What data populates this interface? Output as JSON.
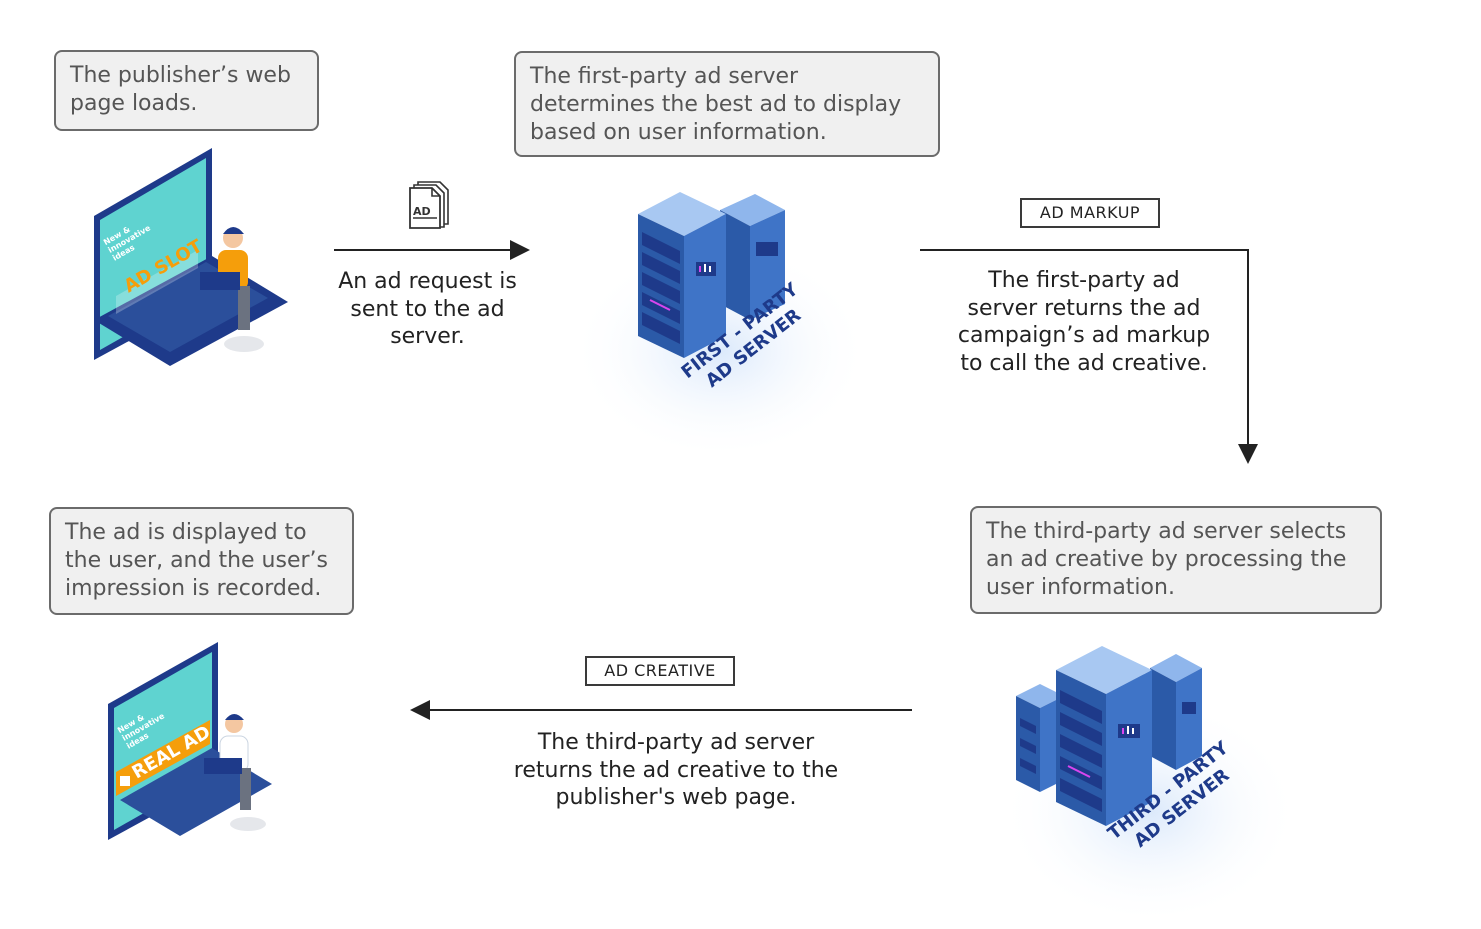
{
  "steps": {
    "page_loads": "The publisher’s web page loads.",
    "first_party_decides": "The first-party ad server determines the best ad to display based on user information.",
    "ad_request": "An ad request is sent to the ad server.",
    "returns_markup": "The first-party ad server returns the ad campaign’s ad markup to call the ad creative.",
    "third_party_selects": "The third-party ad server selects an ad creative by processing the user information.",
    "returns_creative": "The third-party ad server returns the ad creative to the publisher's web page.",
    "ad_displayed": "The ad is displayed to the user, and the user’s impression is recorded."
  },
  "tags": {
    "ad_markup": "AD MARKUP",
    "ad_creative": "AD CREATIVE"
  },
  "servers": {
    "first_party": "FIRST - PARTY\nAD SERVER",
    "third_party": "THIRD - PARTY\nAD SERVER"
  },
  "laptops": {
    "top_slot": "AD SLOT",
    "bottom_slot": "REAL AD",
    "screen_headline": "New & innovative ideas"
  },
  "doc_icon": "AD",
  "colors": {
    "server_blue": "#2b5aa8",
    "laptop_navy": "#1e3a8a",
    "screen_teal": "#5fd3d0",
    "accent_orange": "#f59e0b"
  }
}
